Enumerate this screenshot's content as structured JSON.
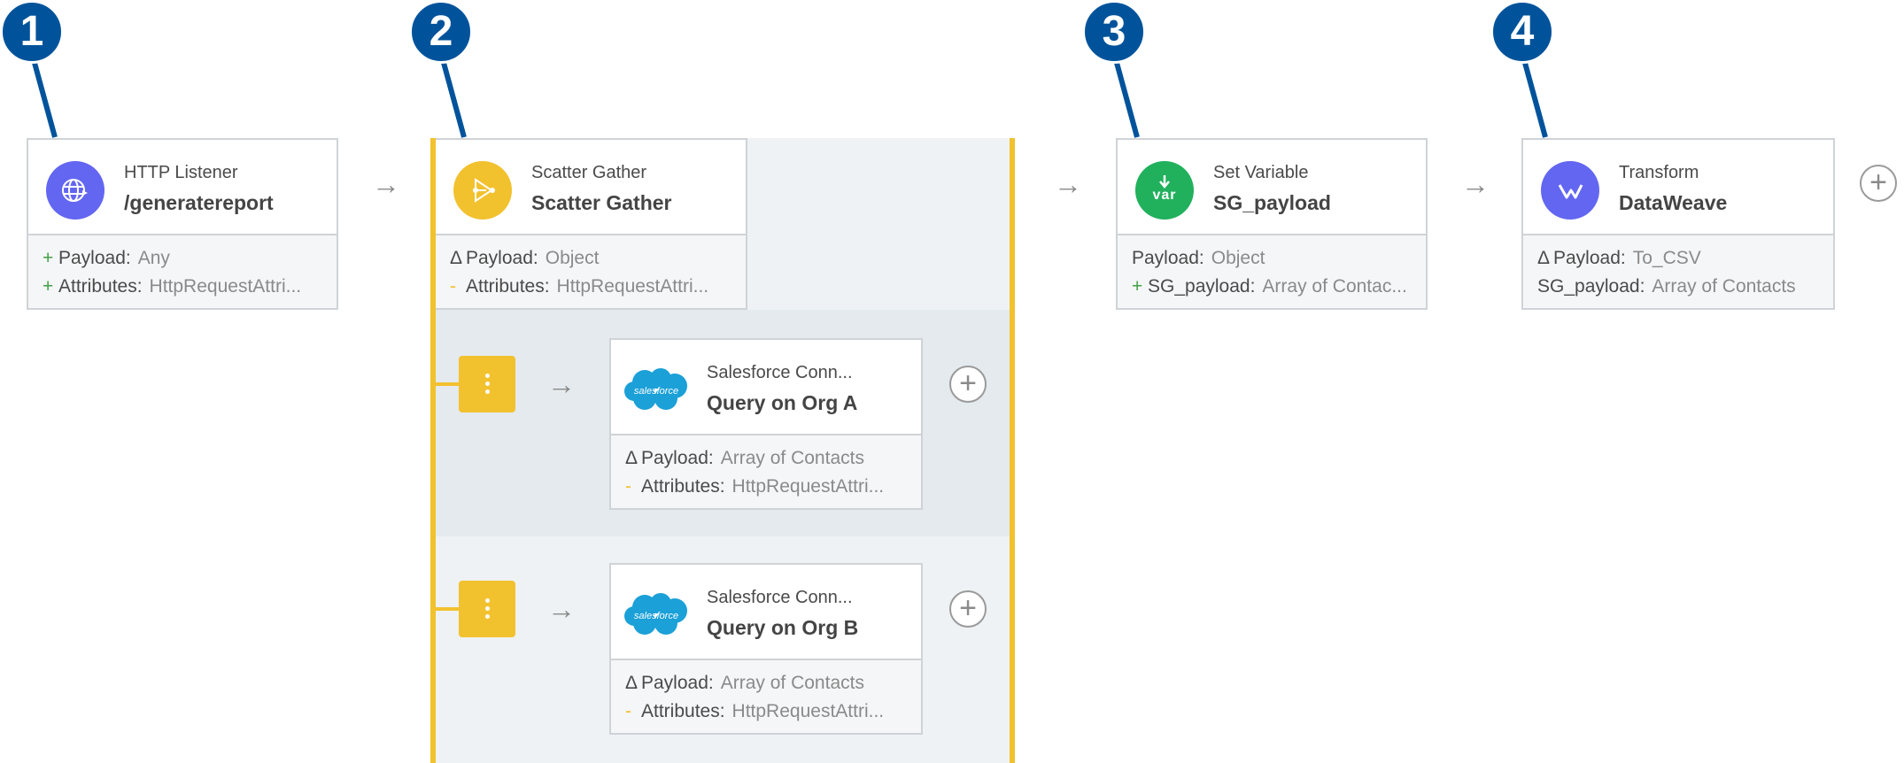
{
  "callouts": [
    "1",
    "2",
    "3",
    "4"
  ],
  "steps": {
    "http_listener": {
      "kind": "HTTP Listener",
      "title": "/generatereport",
      "icon": "globe-icon",
      "color": "#6366f1",
      "meta": [
        {
          "mark": "+",
          "key": "Payload:",
          "value": "Any"
        },
        {
          "mark": "+",
          "key": "Attributes:",
          "value": "HttpRequestAttri..."
        }
      ]
    },
    "scatter_gather": {
      "kind": "Scatter Gather",
      "title": "Scatter Gather",
      "icon": "scatter-gather-icon",
      "color": "#f2c12e",
      "meta": [
        {
          "mark": "Δ",
          "key": "Payload:",
          "value": "Object"
        },
        {
          "mark": "-",
          "key": "Attributes:",
          "value": "HttpRequestAttri..."
        }
      ],
      "routes": [
        {
          "kind": "Salesforce Conn...",
          "title": "Query on Org A",
          "icon": "salesforce-icon",
          "logo_text": "salesforce",
          "meta": [
            {
              "mark": "Δ",
              "key": "Payload:",
              "value": "Array of Contacts"
            },
            {
              "mark": "-",
              "key": "Attributes:",
              "value": "HttpRequestAttri..."
            }
          ]
        },
        {
          "kind": "Salesforce Conn...",
          "title": "Query on Org B",
          "icon": "salesforce-icon",
          "logo_text": "salesforce",
          "meta": [
            {
              "mark": "Δ",
              "key": "Payload:",
              "value": "Array of Contacts"
            },
            {
              "mark": "-",
              "key": "Attributes:",
              "value": "HttpRequestAttri..."
            }
          ]
        }
      ]
    },
    "set_variable": {
      "kind": "Set Variable",
      "title": "SG_payload",
      "icon": "set-variable-icon",
      "icon_text": "var",
      "color": "#21b05c",
      "meta": [
        {
          "mark": "",
          "key": "Payload:",
          "value": "Object"
        },
        {
          "mark": "+",
          "key": "SG_payload:",
          "value": "Array of Contac..."
        }
      ]
    },
    "transform": {
      "kind": "Transform",
      "title": "DataWeave",
      "icon": "dataweave-icon",
      "color": "#6366f1",
      "meta": [
        {
          "mark": "Δ",
          "key": "Payload:",
          "value": "To_CSV"
        },
        {
          "mark": "",
          "key": "SG_payload:",
          "value": "Array of Contacts"
        }
      ]
    }
  },
  "glyphs": {
    "arrow": "→",
    "plus": "+"
  },
  "colors": {
    "callout": "#00539b",
    "scatter_bar": "#f2c12e",
    "card_border": "#cfd3d7"
  }
}
